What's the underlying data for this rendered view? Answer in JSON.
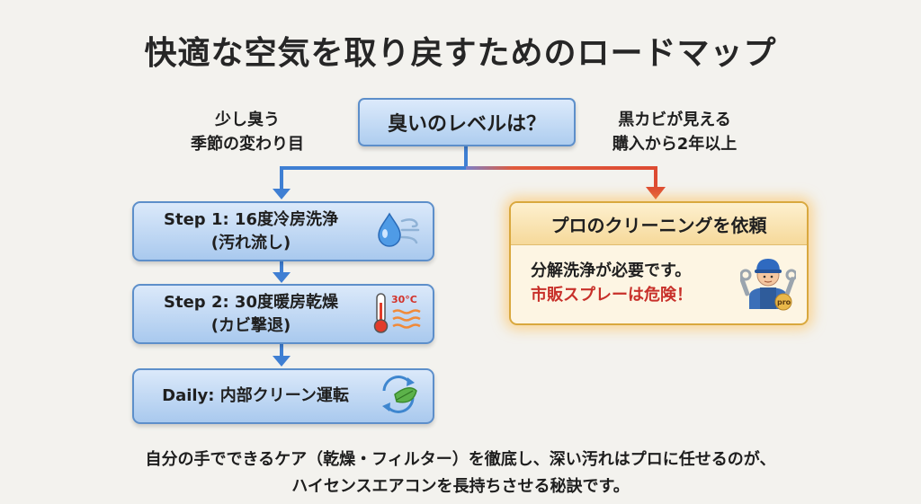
{
  "title": "快適な空気を取り戻すためのロードマップ",
  "question": "臭いのレベルは？",
  "left_branch": {
    "line1": "少し臭う",
    "line2": "季節の変わり目"
  },
  "right_branch": {
    "line1": "黒カビが見える",
    "line2": "購入から2年以上"
  },
  "steps": [
    {
      "line1": "Step 1: 16度冷房洗浄",
      "line2": "(汚れ流し)",
      "icon": "water-drop-wind-icon"
    },
    {
      "line1": "Step 2: 30度暖房乾燥",
      "line2": "(カビ撃退)",
      "icon": "thermometer-heat-icon",
      "badge": "30°C"
    },
    {
      "line1": "Daily: 内部クリーン運転",
      "icon": "recycle-leaf-icon"
    }
  ],
  "pro": {
    "header": "プロのクリーニングを依頼",
    "body1": "分解洗浄が必要です。",
    "body2": "市販スプレーは危険！",
    "badge": "pro",
    "icon": "technician-wrench-icon"
  },
  "footer": {
    "line1": "自分の手でできるケア（乾燥・フィルター）を徹底し、深い汚れはプロに任せるのが、",
    "line2": "ハイセンスエアコンを長持ちさせる秘訣です。"
  },
  "colors": {
    "blue": "#3f7fd3",
    "red": "#dd4b32",
    "warning": "#c8302a"
  }
}
